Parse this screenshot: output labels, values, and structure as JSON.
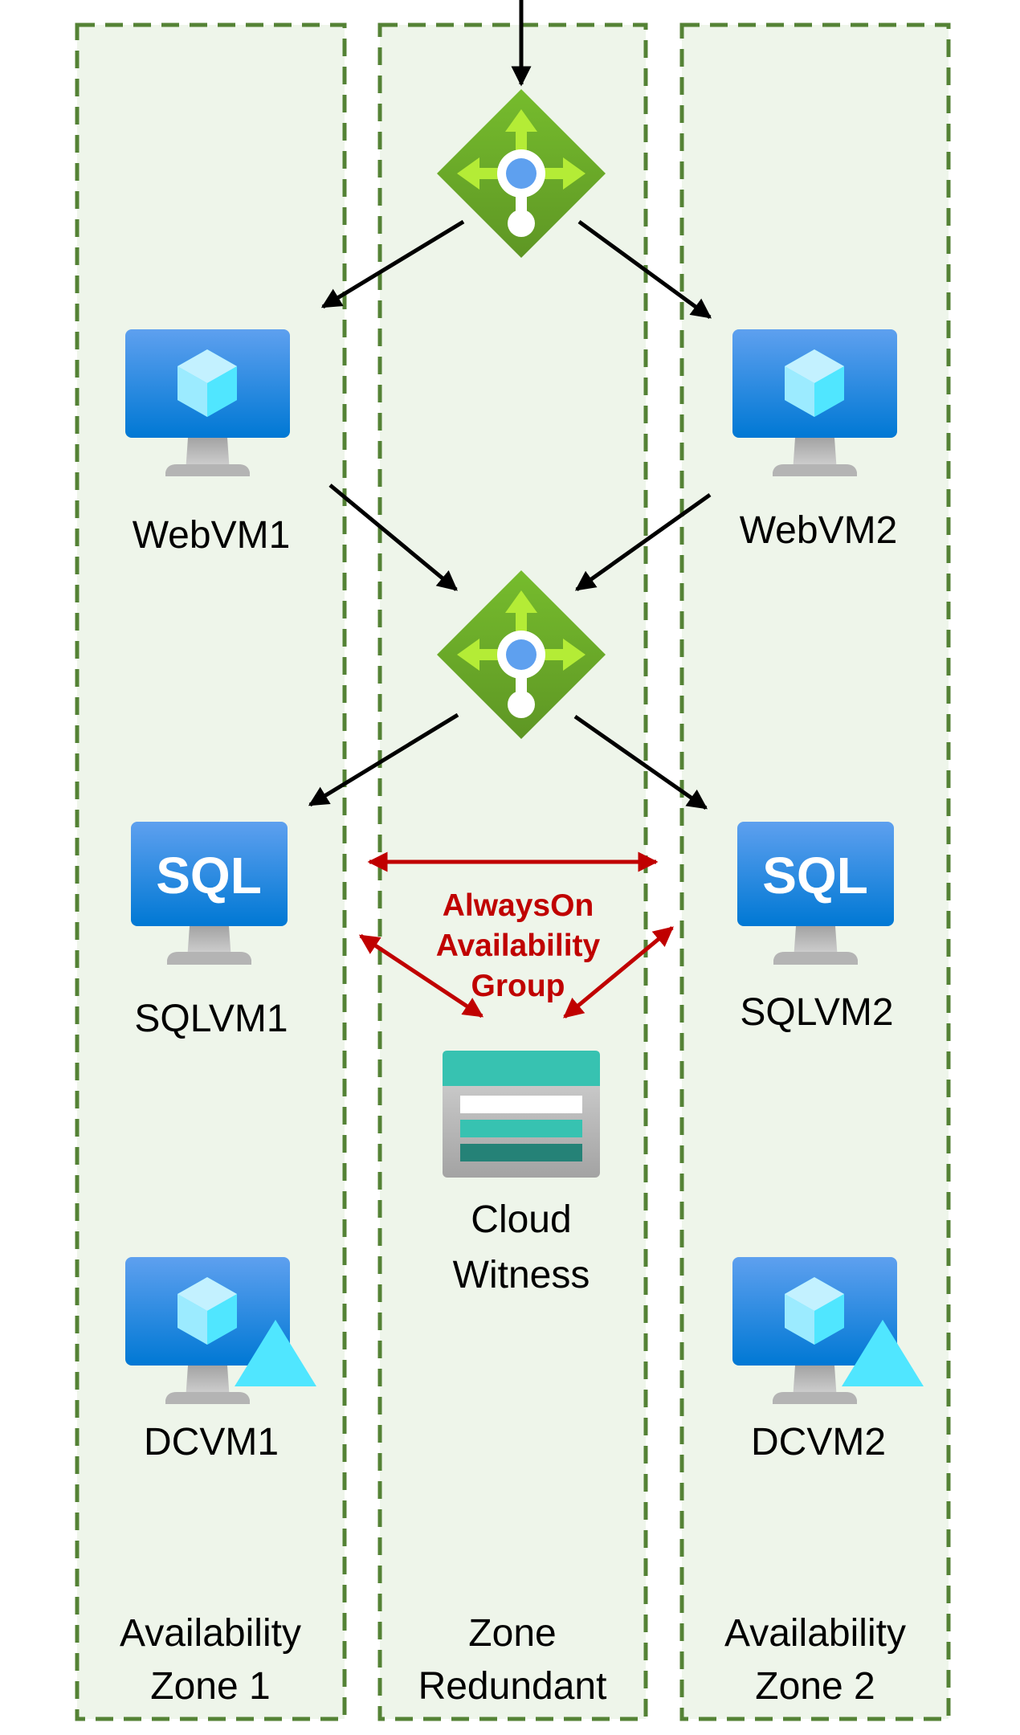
{
  "colors": {
    "zone_fill": "#eef5ea",
    "zone_border": "#548235",
    "arrow": "#000000",
    "ag_arrow": "#c00000",
    "ag_text": "#c00000",
    "vm_screen_top": "#5ea0ef",
    "vm_screen_bottom": "#0078d4",
    "lb_green": "#5e9624",
    "lb_arrow": "#b4ec36",
    "lb_dot": "#5ea0ef",
    "storage_teal": "#37c2b1",
    "storage_dark": "#258277",
    "dc_triangle": "#50e6ff"
  },
  "zones": [
    {
      "id": "zone1",
      "label_line1": "Availability",
      "label_line2": "Zone 1"
    },
    {
      "id": "zone-redundant",
      "label_line1": "Zone",
      "label_line2": "Redundant"
    },
    {
      "id": "zone2",
      "label_line1": "Availability",
      "label_line2": "Zone 2"
    }
  ],
  "nodes": {
    "lb_top": {
      "icon": "load-balancer-icon"
    },
    "lb_mid": {
      "icon": "load-balancer-icon"
    },
    "webvm1": {
      "label": "WebVM1",
      "icon": "virtual-machine-icon"
    },
    "webvm2": {
      "label": "WebVM2",
      "icon": "virtual-machine-icon"
    },
    "sqlvm1": {
      "label": "SQLVM1",
      "icon": "sql-vm-icon",
      "screen_text": "SQL"
    },
    "sqlvm2": {
      "label": "SQLVM2",
      "icon": "sql-vm-icon",
      "screen_text": "SQL"
    },
    "cloud_witness": {
      "label_line1": "Cloud",
      "label_line2": "Witness",
      "icon": "storage-account-icon"
    },
    "dcvm1": {
      "label": "DCVM1",
      "icon": "domain-controller-vm-icon"
    },
    "dcvm2": {
      "label": "DCVM2",
      "icon": "domain-controller-vm-icon"
    }
  },
  "alwayson": {
    "line1": "AlwaysOn",
    "line2": "Availability",
    "line3": "Group"
  },
  "edges": [
    {
      "from": "internet",
      "to": "lb_top"
    },
    {
      "from": "lb_top",
      "to": "webvm1"
    },
    {
      "from": "lb_top",
      "to": "webvm2"
    },
    {
      "from": "webvm1",
      "to": "lb_mid"
    },
    {
      "from": "webvm2",
      "to": "lb_mid"
    },
    {
      "from": "lb_mid",
      "to": "sqlvm1"
    },
    {
      "from": "lb_mid",
      "to": "sqlvm2"
    },
    {
      "from": "sqlvm1",
      "to": "sqlvm2",
      "bidirectional": true
    },
    {
      "from": "sqlvm1",
      "to": "cloud_witness",
      "bidirectional": true
    },
    {
      "from": "sqlvm2",
      "to": "cloud_witness",
      "bidirectional": true
    }
  ]
}
